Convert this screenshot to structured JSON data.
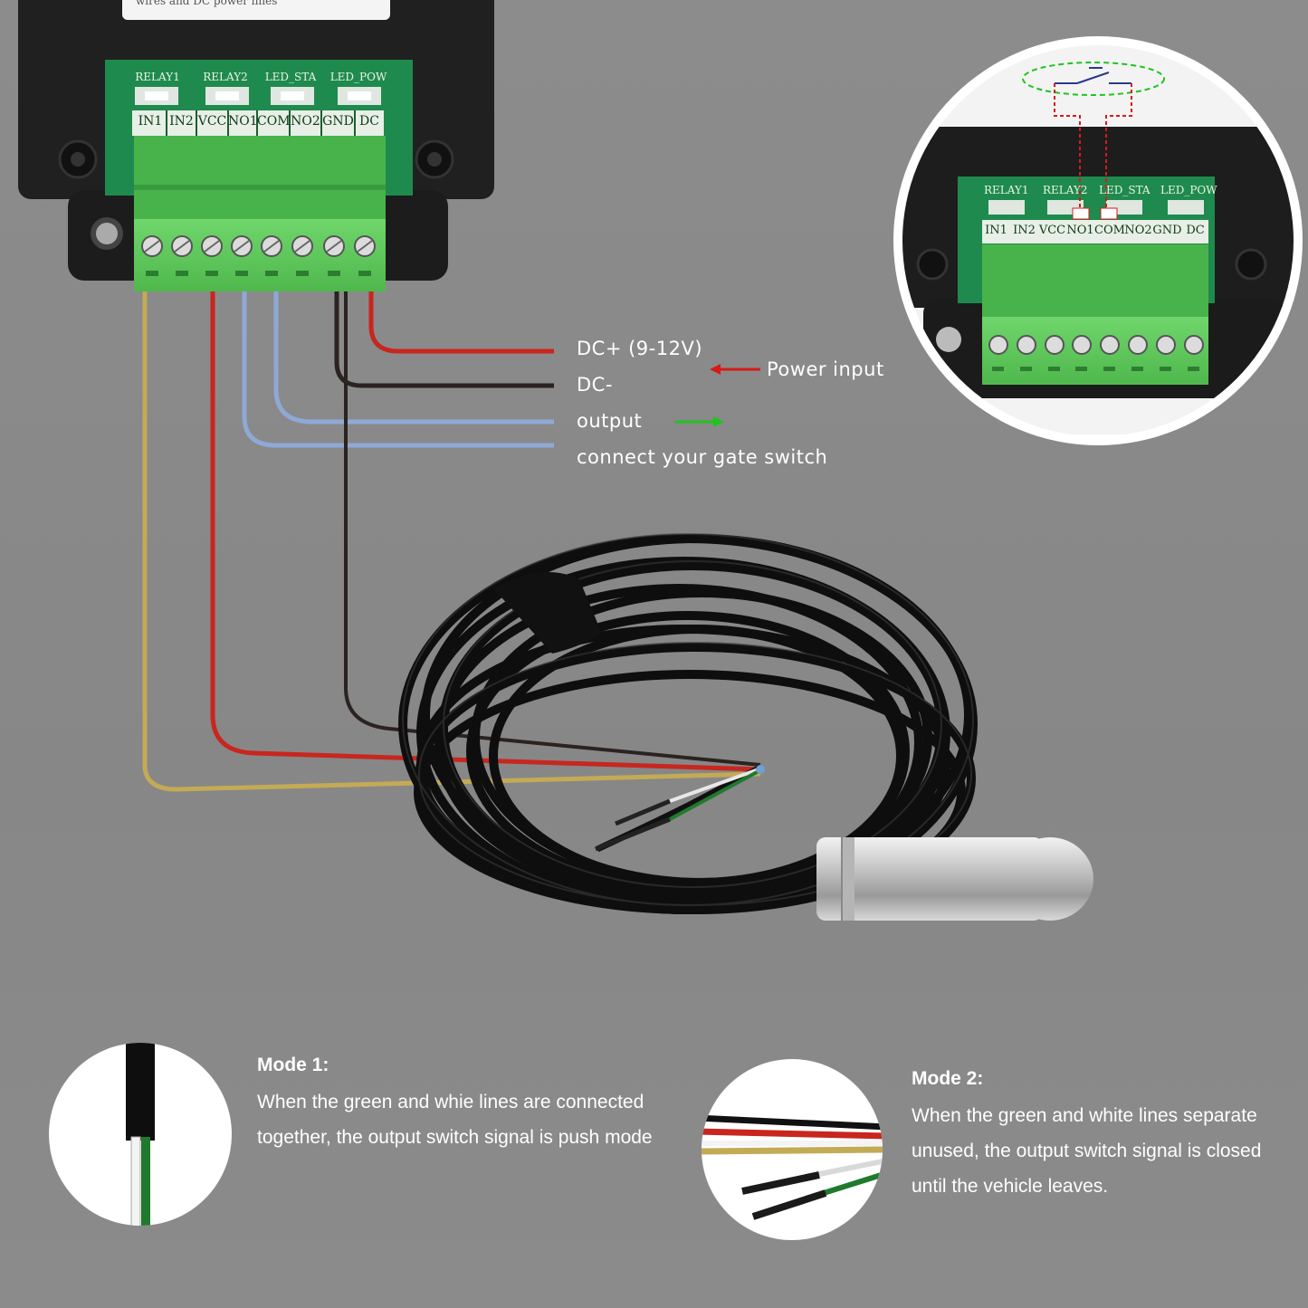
{
  "device": {
    "sticker_text": "wires and DC power lines",
    "led_labels": [
      "RELAY1",
      "RELAY2",
      "LED_STA",
      "LED_POW"
    ],
    "pin_labels": [
      "IN1",
      "IN2",
      "VCC",
      "NO1",
      "COM",
      "NO2",
      "GND",
      "DC"
    ]
  },
  "wire_labels": {
    "dc_plus": "DC+ (9-12V)",
    "dc_minus": "DC-",
    "output": "output",
    "gate": "connect your gate switch",
    "power_input": "Power input"
  },
  "colors": {
    "wire_red": "#c8261e",
    "wire_black": "#2a2320",
    "wire_blue": "#8fa9d6",
    "wire_yellow": "#c3aa55",
    "arrow_red": "#d61a1a",
    "arrow_green": "#1fc41f",
    "terminal_green": "#5fcc5c",
    "pcb_green": "#1f8a4e"
  },
  "mode1": {
    "title": "Mode 1:",
    "text": "When the green and whie lines are connected together, the output switch signal is push mode"
  },
  "mode2": {
    "title": "Mode 2:",
    "text": "When the green and white lines separate unused, the output switch signal is closed until the vehicle leaves."
  }
}
